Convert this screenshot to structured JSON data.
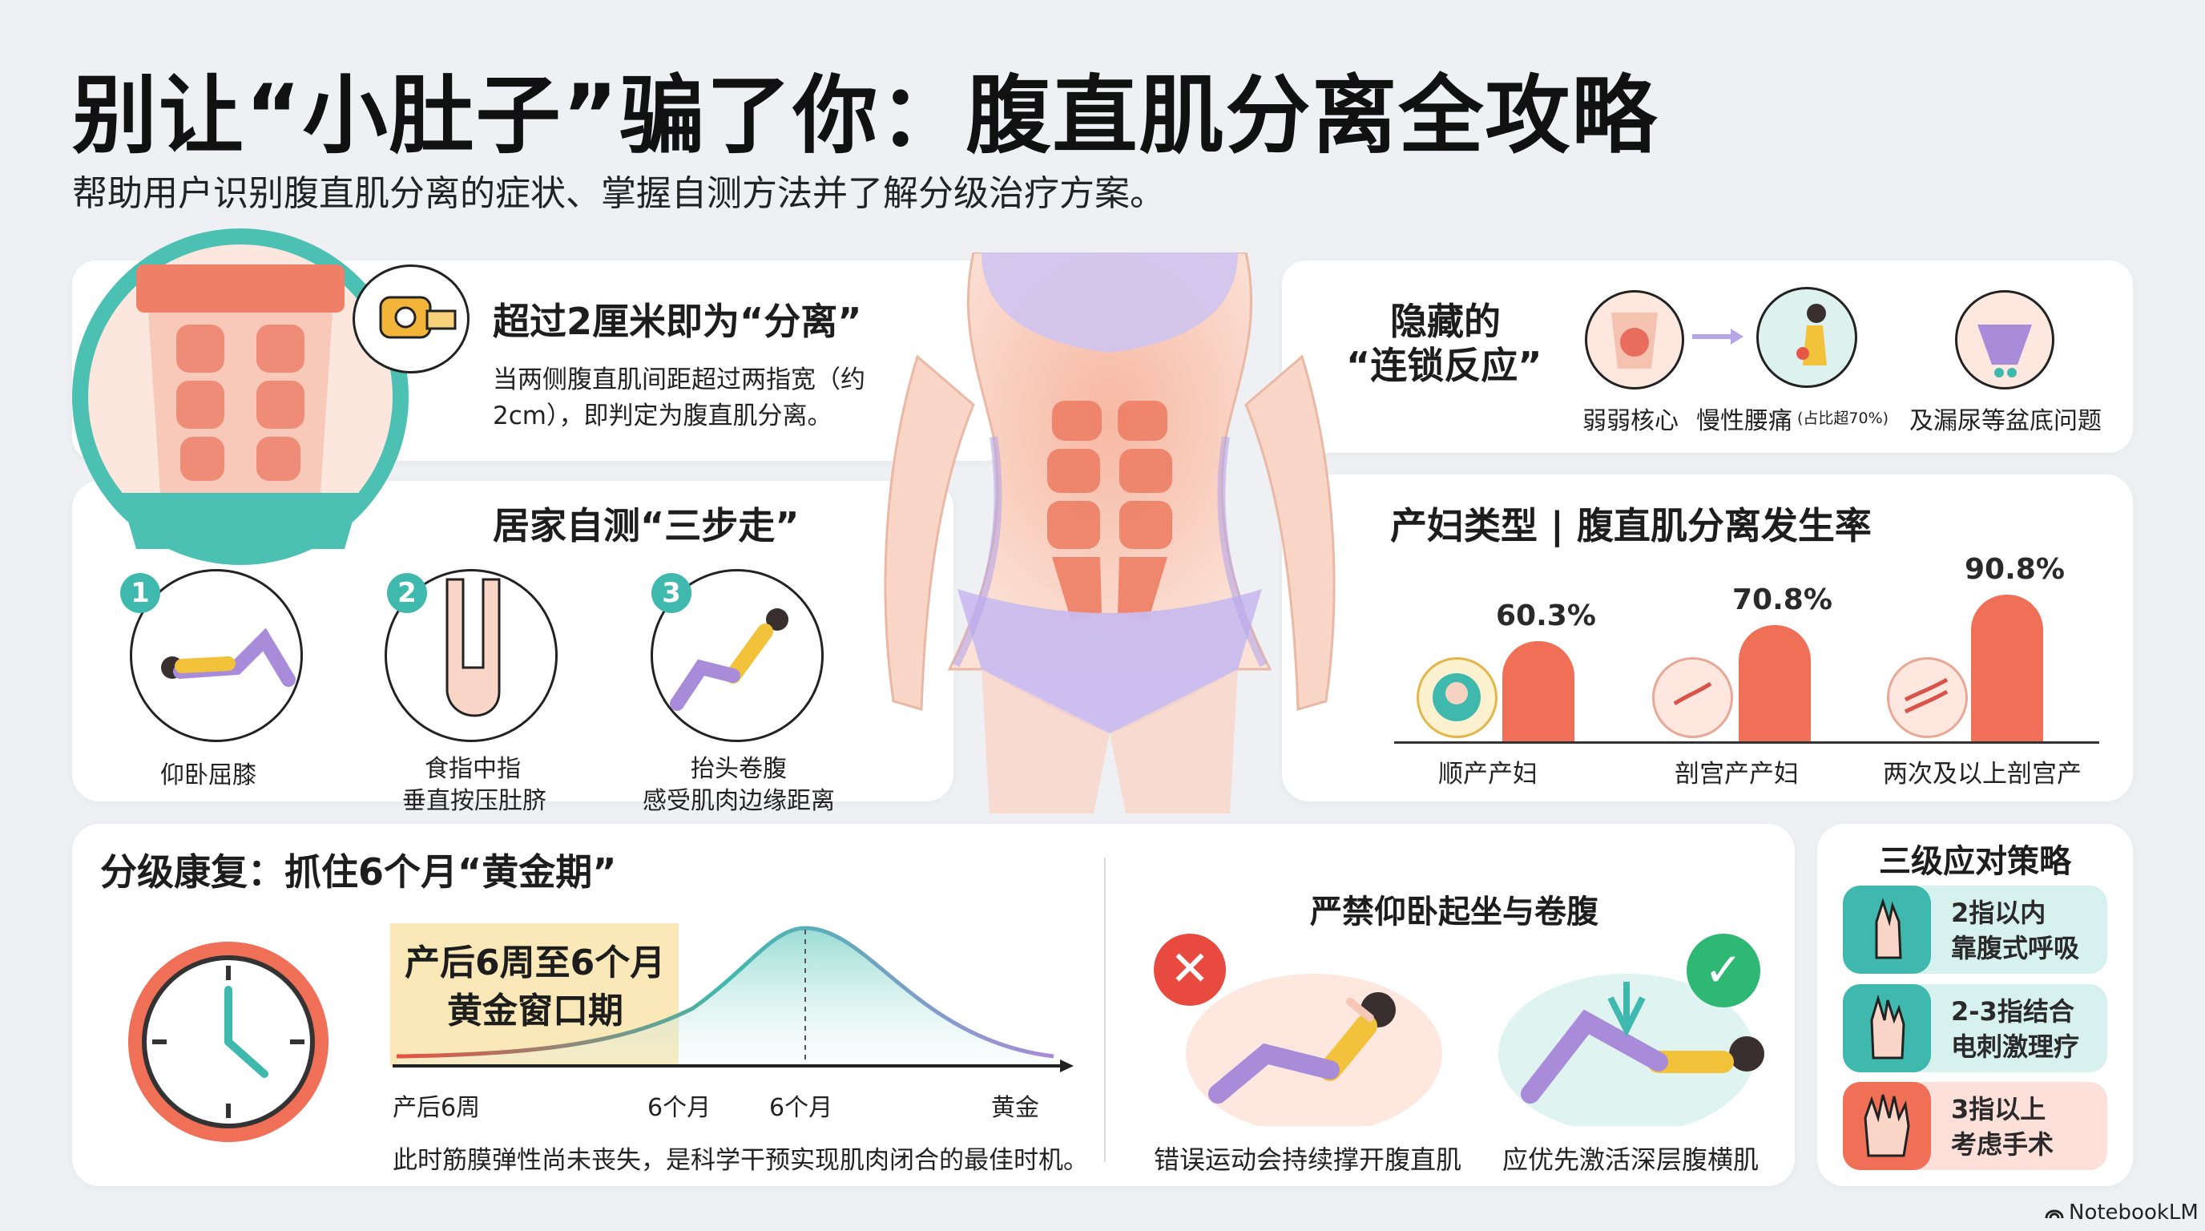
{
  "header": {
    "title": "别让“小肚子”骗了你：腹直肌分离全攻略",
    "subtitle": "帮助用户识别腹直肌分离的症状、掌握自测方法并了解分级治疗方案。"
  },
  "definition": {
    "title": "超过2厘米即为“分离”",
    "text_line1": "当两侧腹直肌间距超过两指宽（约",
    "text_line2": "2cm），即判定为腹直肌分离。"
  },
  "hidden": {
    "title_line1": "隐藏的",
    "title_line2": "“连锁反应”",
    "label1": "弱弱核心",
    "label2": "慢性腰痛",
    "label2_note": "(占比超70%)",
    "label3": "及漏尿等盆底问题"
  },
  "selftest": {
    "title": "居家自测“三步走”",
    "steps": [
      {
        "num": "1",
        "line1": "仰卧屈膝",
        "line2": ""
      },
      {
        "num": "2",
        "line1": "食指中指",
        "line2": "垂直按压肚脐"
      },
      {
        "num": "3",
        "line1": "抬头卷腹",
        "line2": "感受肌肉边缘距离"
      }
    ]
  },
  "incidence": {
    "title": "产妇类型 | 腹直肌分离发生率"
  },
  "chart_data": {
    "type": "bar",
    "title": "产妇类型 | 腹直肌分离发生率",
    "categories": [
      "顺产产妇",
      "剖宫产产妇",
      "两次及以上剖宫产"
    ],
    "values": [
      60.3,
      70.8,
      90.8
    ],
    "value_labels": [
      "60.3%",
      "70.8%",
      "90.8%"
    ],
    "ylim": [
      0,
      100
    ],
    "colors": {
      "bar": "#ef6f57"
    },
    "grid": false
  },
  "recovery": {
    "title": "分级康复：抓住6个月“黄金期”",
    "window_line1": "产后6周至6个月",
    "window_line2": "黄金窗口期",
    "axis": {
      "a": "产后6周",
      "b": "6个月",
      "c": "6个月",
      "d": "黄金"
    },
    "note": "此时筋膜弹性尚未丧失，是科学干预实现肌肉闭合的最佳时机。"
  },
  "exercise": {
    "title": "严禁仰卧起坐与卷腹",
    "wrong_label": "错误运动会持续撑开腹直肌",
    "right_label": "应优先激活深层腹横肌"
  },
  "strategy": {
    "title": "三级应对策略",
    "items": [
      {
        "line1": "2指以内",
        "line2": "靠腹式呼吸",
        "color": "#d6f1ee",
        "icon_color": "#3fb9ad"
      },
      {
        "line1": "2-3指结合",
        "line2": "电刺激理疗",
        "color": "#d6f1ee",
        "icon_color": "#3fb9ad"
      },
      {
        "line1": "3指以上",
        "line2": "考虑手术",
        "color": "#fde0da",
        "icon_color": "#ef6f57"
      }
    ]
  },
  "footer": {
    "brand": "NotebookLM"
  },
  "colors": {
    "teal": "#3fb9ad",
    "coral": "#ef6f57",
    "purple": "#b7a6e6",
    "skin": "#f6c7b6"
  }
}
